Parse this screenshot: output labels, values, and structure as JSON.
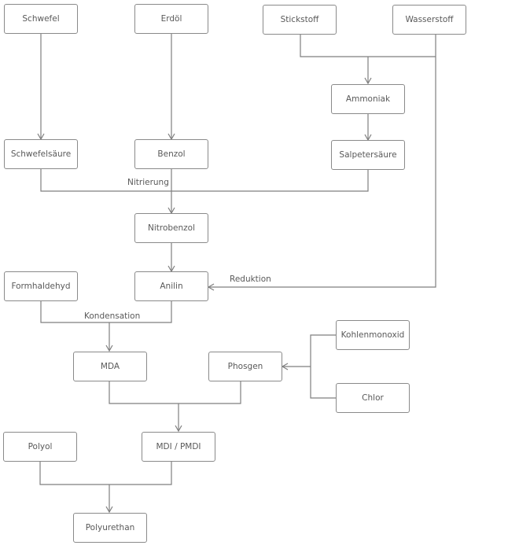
{
  "nodes": {
    "schwefel": "Schwefel",
    "erdoel": "Erdöl",
    "stickstoff": "Stickstoff",
    "wasserstoff": "Wasserstoff",
    "ammoniak": "Ammoniak",
    "schwefelsaeure": "Schwefelsäure",
    "benzol": "Benzol",
    "salpetersaeure": "Salpetersäure",
    "nitrobenzol": "Nitrobenzol",
    "formhaldehyd": "Formhaldehyd",
    "anilin": "Anilin",
    "kohlenmonoxid": "Kohlenmonoxid",
    "mda": "MDA",
    "phosgen": "Phosgen",
    "chlor": "Chlor",
    "polyol": "Polyol",
    "mdi": "MDI / PMDI",
    "polyurethan": "Polyurethan"
  },
  "edge_labels": {
    "nitrierung": "Nitrierung",
    "reduktion": "Reduktion",
    "kondensation": "Kondensation"
  },
  "colors": {
    "stroke": "#7f7f7f",
    "border": "#8a8a8a",
    "text": "#595959"
  }
}
